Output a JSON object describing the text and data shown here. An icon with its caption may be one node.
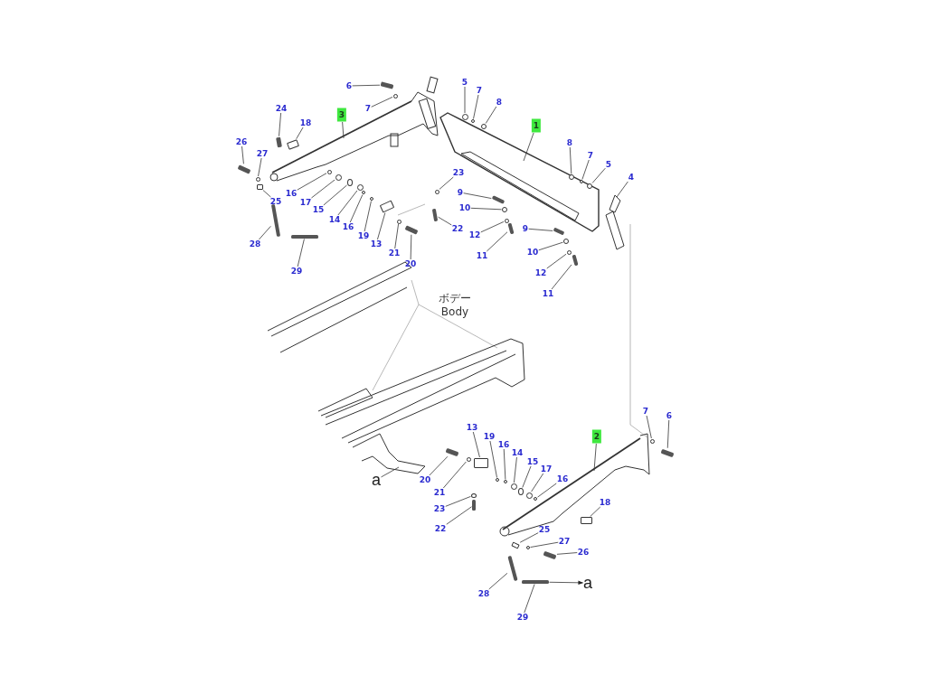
{
  "diagram": {
    "nodes": [
      {
        "text": [
          "6"
        ]
      },
      {
        "text": [
          "7"
        ]
      },
      {
        "text": [
          "3"
        ]
      },
      {
        "text": [
          "24"
        ]
      },
      {
        "text": [
          "18"
        ]
      },
      {
        "text": [
          "26"
        ]
      },
      {
        "text": [
          "27"
        ]
      },
      {
        "text": [
          "25"
        ]
      },
      {
        "text": [
          "16"
        ]
      },
      {
        "text": [
          "17"
        ]
      },
      {
        "text": [
          "15"
        ]
      },
      {
        "text": [
          "14"
        ]
      },
      {
        "text": [
          "16"
        ]
      },
      {
        "text": [
          "19"
        ]
      },
      {
        "text": [
          "13"
        ]
      },
      {
        "text": [
          "21"
        ]
      },
      {
        "text": [
          "20"
        ]
      },
      {
        "text": [
          "28"
        ]
      },
      {
        "text": [
          "29"
        ]
      },
      {
        "text": [
          "5"
        ]
      },
      {
        "text": [
          "7"
        ]
      },
      {
        "text": [
          "8"
        ]
      },
      {
        "text": [
          "1"
        ]
      },
      {
        "text": [
          "8"
        ]
      },
      {
        "text": [
          "7"
        ]
      },
      {
        "text": [
          "5"
        ]
      },
      {
        "text": [
          "4"
        ]
      },
      {
        "text": [
          "23"
        ]
      },
      {
        "text": [
          "9"
        ]
      },
      {
        "text": [
          "10"
        ]
      },
      {
        "text": [
          "22"
        ]
      },
      {
        "text": [
          "12"
        ]
      },
      {
        "text": [
          "11"
        ]
      },
      {
        "text": [
          "9"
        ]
      },
      {
        "text": [
          "10"
        ]
      },
      {
        "text": [
          "12"
        ]
      },
      {
        "text": [
          "11"
        ]
      },
      {
        "text": [
          "13"
        ]
      },
      {
        "text": [
          "19"
        ]
      },
      {
        "text": [
          "16"
        ]
      },
      {
        "text": [
          "14"
        ]
      },
      {
        "text": [
          "15"
        ]
      },
      {
        "text": [
          "17"
        ]
      },
      {
        "text": [
          "16"
        ]
      },
      {
        "text": [
          "2"
        ]
      },
      {
        "text": [
          "7"
        ]
      },
      {
        "text": [
          "6"
        ]
      },
      {
        "text": [
          "18"
        ]
      },
      {
        "text": [
          "a"
        ]
      },
      {
        "text": [
          "20"
        ]
      },
      {
        "text": [
          "21"
        ]
      },
      {
        "text": [
          "23"
        ]
      },
      {
        "text": [
          "22"
        ]
      },
      {
        "text": [
          "25"
        ]
      },
      {
        "text": [
          "27"
        ]
      },
      {
        "text": [
          "26"
        ]
      },
      {
        "text": [
          "28"
        ]
      },
      {
        "text": [
          "a"
        ]
      },
      {
        "text": [
          "29"
        ]
      },
      {
        "text": [],
        "shape": "bar"
      },
      {
        "text": [],
        "shape": "circle"
      },
      {
        "text": [],
        "shape": "bar"
      },
      {
        "text": [],
        "shape": "box"
      },
      {
        "text": [],
        "shape": "bar"
      },
      {
        "text": [],
        "shape": "circle"
      },
      {
        "text": [],
        "shape": "box"
      },
      {
        "text": [],
        "shape": "circle"
      },
      {
        "text": [],
        "shape": "circle"
      },
      {
        "text": [],
        "shape": "circle"
      },
      {
        "text": [],
        "shape": "circle"
      },
      {
        "text": [],
        "shape": "circle"
      },
      {
        "text": [],
        "shape": "circle"
      },
      {
        "text": [],
        "shape": "box"
      },
      {
        "text": [],
        "shape": "circle"
      },
      {
        "text": [],
        "shape": "bar"
      },
      {
        "text": [],
        "shape": "bar"
      },
      {
        "text": [],
        "shape": "bar"
      },
      {
        "text": [],
        "shape": "circle"
      },
      {
        "text": [],
        "shape": "circle"
      },
      {
        "text": [],
        "shape": "circle"
      },
      {
        "text": [],
        "shape": "circle"
      },
      {
        "text": [],
        "shape": "circle"
      },
      {
        "text": [],
        "shape": "circle"
      },
      {
        "text": [],
        "shape": "circle"
      },
      {
        "text": [],
        "shape": "bar"
      },
      {
        "text": [],
        "shape": "circle"
      },
      {
        "text": [],
        "shape": "bar"
      },
      {
        "text": [],
        "shape": "circle"
      },
      {
        "text": [],
        "shape": "bar"
      },
      {
        "text": [],
        "shape": "bar"
      },
      {
        "text": [],
        "shape": "circle"
      },
      {
        "text": [],
        "shape": "circle"
      },
      {
        "text": [],
        "shape": "bar"
      },
      {
        "text": [],
        "shape": "box"
      },
      {
        "text": [],
        "shape": "circle"
      },
      {
        "text": [],
        "shape": "circle"
      },
      {
        "text": [],
        "shape": "circle"
      },
      {
        "text": [],
        "shape": "circle"
      },
      {
        "text": [],
        "shape": "circle"
      },
      {
        "text": [],
        "shape": "circle"
      },
      {
        "text": [],
        "shape": "circle"
      },
      {
        "text": [],
        "shape": "bar"
      },
      {
        "text": [],
        "shape": "box"
      },
      {
        "text": [],
        "shape": "bar"
      },
      {
        "text": [],
        "shape": "circle"
      },
      {
        "text": [],
        "shape": "circle"
      },
      {
        "text": [],
        "shape": "bar"
      },
      {
        "text": [],
        "shape": "box"
      },
      {
        "text": [],
        "shape": "circle"
      },
      {
        "text": [],
        "shape": "bar"
      },
      {
        "text": [],
        "shape": "bar"
      },
      {
        "text": [],
        "shape": "bar"
      }
    ],
    "edges": [
      {
        "from": 0,
        "to": 59,
        "arrow": "none"
      },
      {
        "from": 1,
        "to": 60,
        "arrow": "none"
      },
      {
        "from": 2,
        "to": null,
        "arrow": "none"
      },
      {
        "from": 3,
        "to": 61,
        "arrow": "none"
      },
      {
        "from": 4,
        "to": 62,
        "arrow": "none"
      },
      {
        "from": 5,
        "to": 63,
        "arrow": "none"
      },
      {
        "from": 6,
        "to": 64,
        "arrow": "none"
      },
      {
        "from": 7,
        "to": 65,
        "arrow": "none"
      },
      {
        "from": 8,
        "to": 66,
        "arrow": "none"
      },
      {
        "from": 9,
        "to": 67,
        "arrow": "none"
      },
      {
        "from": 10,
        "to": 68,
        "arrow": "none"
      },
      {
        "from": 11,
        "to": 69,
        "arrow": "none"
      },
      {
        "from": 12,
        "to": 70,
        "arrow": "none"
      },
      {
        "from": 13,
        "to": 71,
        "arrow": "none"
      },
      {
        "from": 14,
        "to": 72,
        "arrow": "none"
      },
      {
        "from": 15,
        "to": 73,
        "arrow": "none"
      },
      {
        "from": 16,
        "to": 74,
        "arrow": "none"
      },
      {
        "from": 17,
        "to": 75,
        "arrow": "none"
      },
      {
        "from": 18,
        "to": 76,
        "arrow": "none"
      },
      {
        "from": 19,
        "to": 77,
        "arrow": "none"
      },
      {
        "from": 20,
        "to": 78,
        "arrow": "none"
      },
      {
        "from": 21,
        "to": 79,
        "arrow": "none"
      },
      {
        "from": 22,
        "to": null,
        "arrow": "none"
      },
      {
        "from": 23,
        "to": 80,
        "arrow": "none"
      },
      {
        "from": 24,
        "to": 81,
        "arrow": "none"
      },
      {
        "from": 25,
        "to": 82,
        "arrow": "none"
      },
      {
        "from": 26,
        "to": null,
        "arrow": "none"
      },
      {
        "from": 27,
        "to": 83,
        "arrow": "none"
      },
      {
        "from": 28,
        "to": 84,
        "arrow": "none"
      },
      {
        "from": 29,
        "to": 85,
        "arrow": "none"
      },
      {
        "from": 30,
        "to": 86,
        "arrow": "none"
      },
      {
        "from": 31,
        "to": 87,
        "arrow": "none"
      },
      {
        "from": 32,
        "to": 88,
        "arrow": "none"
      },
      {
        "from": 33,
        "to": 89,
        "arrow": "none"
      },
      {
        "from": 34,
        "to": 90,
        "arrow": "none"
      },
      {
        "from": 35,
        "to": 91,
        "arrow": "none"
      },
      {
        "from": 36,
        "to": 92,
        "arrow": "none"
      },
      {
        "from": 37,
        "to": 93,
        "arrow": "none"
      },
      {
        "from": 38,
        "to": 94,
        "arrow": "none"
      },
      {
        "from": 39,
        "to": 95,
        "arrow": "none"
      },
      {
        "from": 40,
        "to": 96,
        "arrow": "none"
      },
      {
        "from": 41,
        "to": 97,
        "arrow": "none"
      },
      {
        "from": 42,
        "to": 98,
        "arrow": "none"
      },
      {
        "from": 43,
        "to": 99,
        "arrow": "none"
      },
      {
        "from": 44,
        "to": null,
        "arrow": "none"
      },
      {
        "from": 45,
        "to": 100,
        "arrow": "none"
      },
      {
        "from": 46,
        "to": 101,
        "arrow": "none"
      },
      {
        "from": 47,
        "to": 102,
        "arrow": "none"
      },
      {
        "from": 48,
        "to": null,
        "arrow": "none"
      },
      {
        "from": 49,
        "to": 103,
        "arrow": "none"
      },
      {
        "from": 50,
        "to": 104,
        "arrow": "none"
      },
      {
        "from": 51,
        "to": 105,
        "arrow": "none"
      },
      {
        "from": 52,
        "to": 106,
        "arrow": "none"
      },
      {
        "from": 53,
        "to": 107,
        "arrow": "none"
      },
      {
        "from": 54,
        "to": 108,
        "arrow": "none"
      },
      {
        "from": 55,
        "to": 109,
        "arrow": "none"
      },
      {
        "from": 56,
        "to": 110,
        "arrow": "none"
      },
      {
        "from": 111,
        "to": 57,
        "arrow": "to"
      },
      {
        "from": 58,
        "to": 111,
        "arrow": "none"
      }
    ],
    "labels": [
      "ボデー",
      "Body"
    ]
  }
}
